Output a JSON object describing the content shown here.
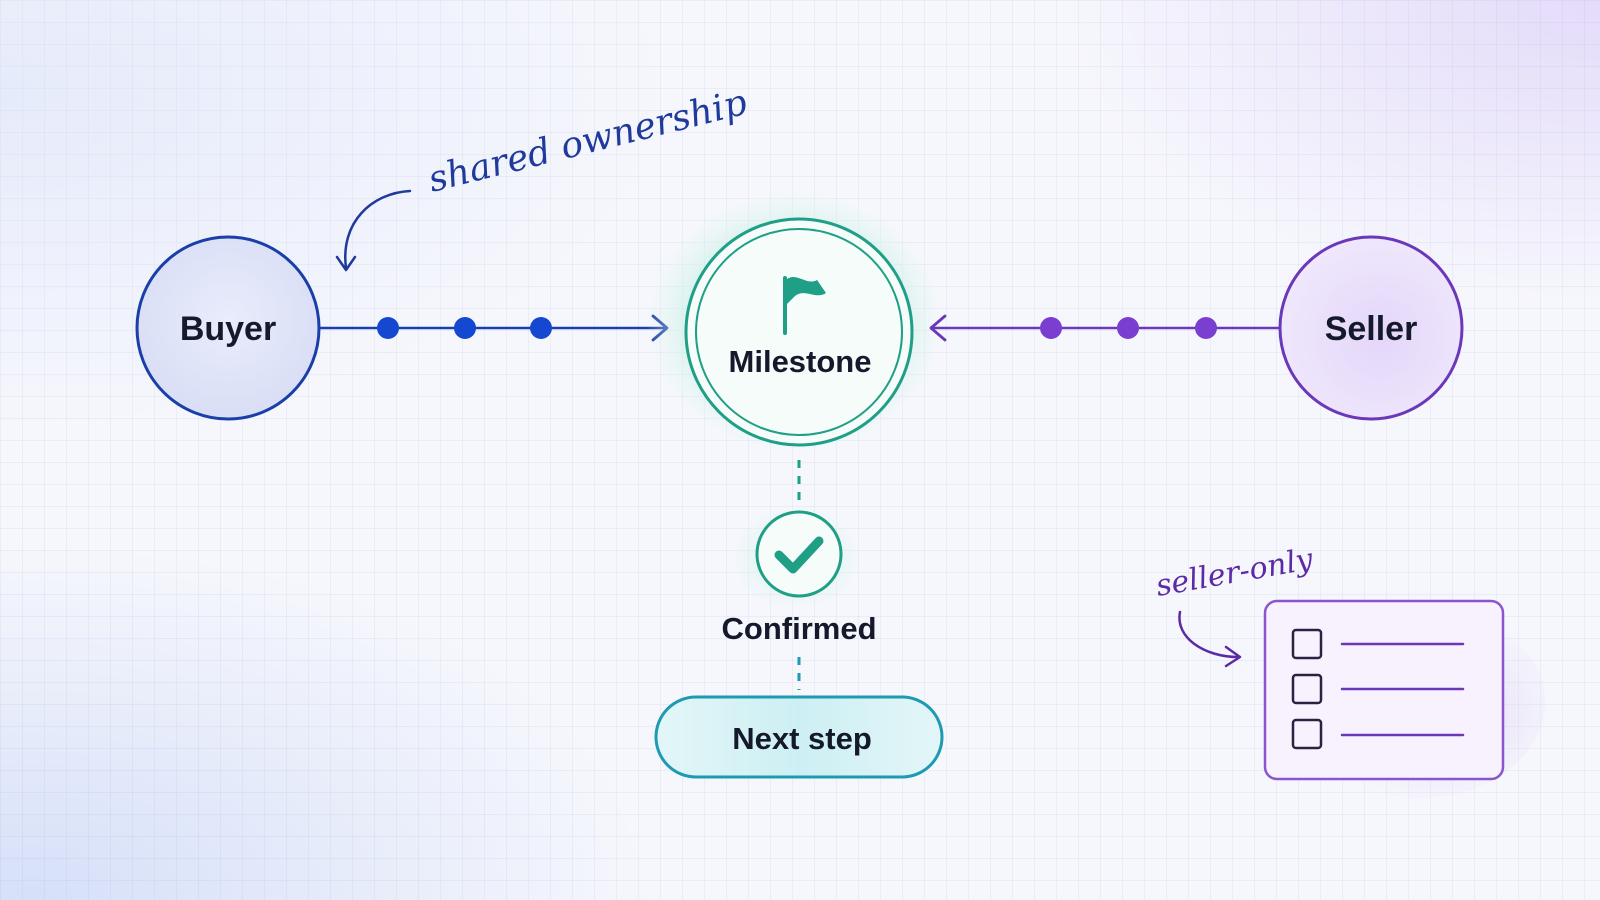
{
  "colors": {
    "buyer": "#1a3fa8",
    "buyer_dot": "#1548d1",
    "milestone": "#1f9f86",
    "seller": "#6a38b8",
    "seller_dot": "#7a3fd0",
    "next_step": "#1e9ab2",
    "text": "#141a2b"
  },
  "icons": {
    "milestone": "flag-icon",
    "confirmed": "checkmark-icon",
    "checklist": "checklist-icon"
  },
  "nodes": {
    "buyer": {
      "label": "Buyer"
    },
    "milestone": {
      "label": "Milestone"
    },
    "seller": {
      "label": "Seller"
    },
    "confirmed": {
      "label": "Confirmed"
    },
    "next_step": {
      "label": "Next step"
    }
  },
  "annotations": {
    "shared": "shared ownership",
    "seller_only": "seller-only"
  }
}
